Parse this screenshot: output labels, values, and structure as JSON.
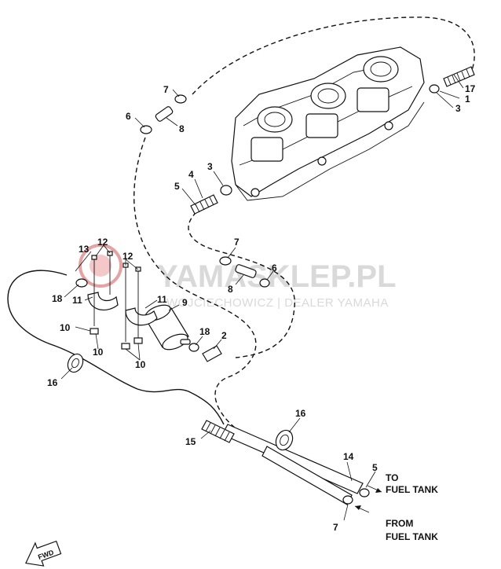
{
  "watermark": {
    "brand": "YAMASKLEP.PL",
    "dealer": "WOJCIECHOWICZ | DEALER YAMAHA",
    "logo_color": "#e8a0a0"
  },
  "callouts": {
    "c17": "17",
    "c1": "1",
    "c3a": "3",
    "c7a": "7",
    "c6a": "6",
    "c8a": "8",
    "c4": "4",
    "c3b": "3",
    "c5a": "5",
    "c13": "13",
    "c12a": "12",
    "c12b": "12",
    "c18a": "18",
    "c11a": "11",
    "c11b": "11",
    "c9": "9",
    "c10a": "10",
    "c10b": "10",
    "c10c": "10",
    "c7b": "7",
    "c6b": "6",
    "c8b": "8",
    "c18b": "18",
    "c2": "2",
    "c16a": "16",
    "c15": "15",
    "c16b": "16",
    "c14": "14",
    "c5b": "5",
    "c7c": "7"
  },
  "destinations": {
    "to_line1": "TO",
    "to_line2": "FUEL TANK",
    "from_line1": "FROM",
    "from_line2": "FUEL TANK"
  },
  "fwd_label": "FWD"
}
